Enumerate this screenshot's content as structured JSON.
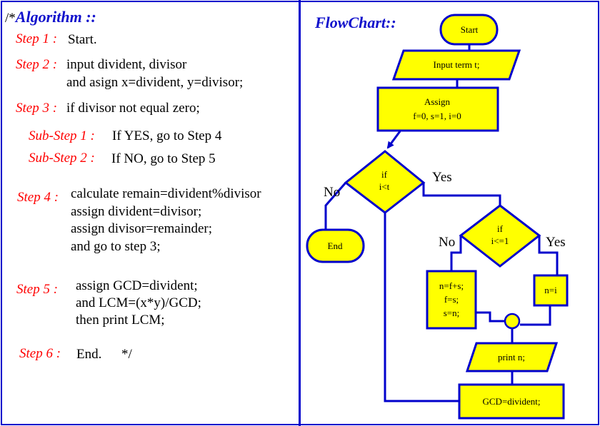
{
  "algorithm": {
    "prefix": "/*",
    "title": "Algorithm ::",
    "steps": [
      {
        "label": "Step 1 :",
        "lines": [
          "Start."
        ]
      },
      {
        "label": "Step 2 :",
        "lines": [
          "input divident, divisor",
          "and asign x=divident, y=divisor;"
        ]
      },
      {
        "label": "Step 3 :",
        "lines": [
          "if divisor not equal zero;"
        ]
      },
      {
        "label": "Sub-Step 1 :",
        "lines": [
          "If YES, go to Step 4"
        ]
      },
      {
        "label": "Sub-Step 2 :",
        "lines": [
          "If NO, go to Step 5"
        ]
      },
      {
        "label": "Step 4 :",
        "lines": [
          "calculate remain=divident%divisor",
          "assign divident=divisor;",
          "assign divisor=remainder;",
          "and go to step 3;"
        ]
      },
      {
        "label": "Step 5 :",
        "lines": [
          "assign GCD=divident;",
          "and LCM=(x*y)/GCD;",
          "then print LCM;"
        ]
      },
      {
        "label": "Step 6 :",
        "lines": [
          "End.",
          "*/"
        ]
      }
    ]
  },
  "flowchart": {
    "title": "FlowChart::",
    "start": "Start",
    "input": "Input term t;",
    "assign_lines": [
      "Assign",
      "f=0, s=1, i=0"
    ],
    "decision1_lines": [
      "if",
      "i<t"
    ],
    "yes1": "Yes",
    "no1": "No",
    "end": "End",
    "decision2_lines": [
      "if",
      "i<=1"
    ],
    "yes2": "Yes",
    "no2": "No",
    "process_no_lines": [
      "n=f+s;",
      "f=s;",
      "s=n;"
    ],
    "process_yes": "n=i",
    "print": "print n;",
    "gcd": "GCD=divident;"
  },
  "colors": {
    "border": "#0000cc",
    "fill": "#ffff00",
    "label_red": "#ff0000",
    "title_blue": "#1111cc"
  }
}
